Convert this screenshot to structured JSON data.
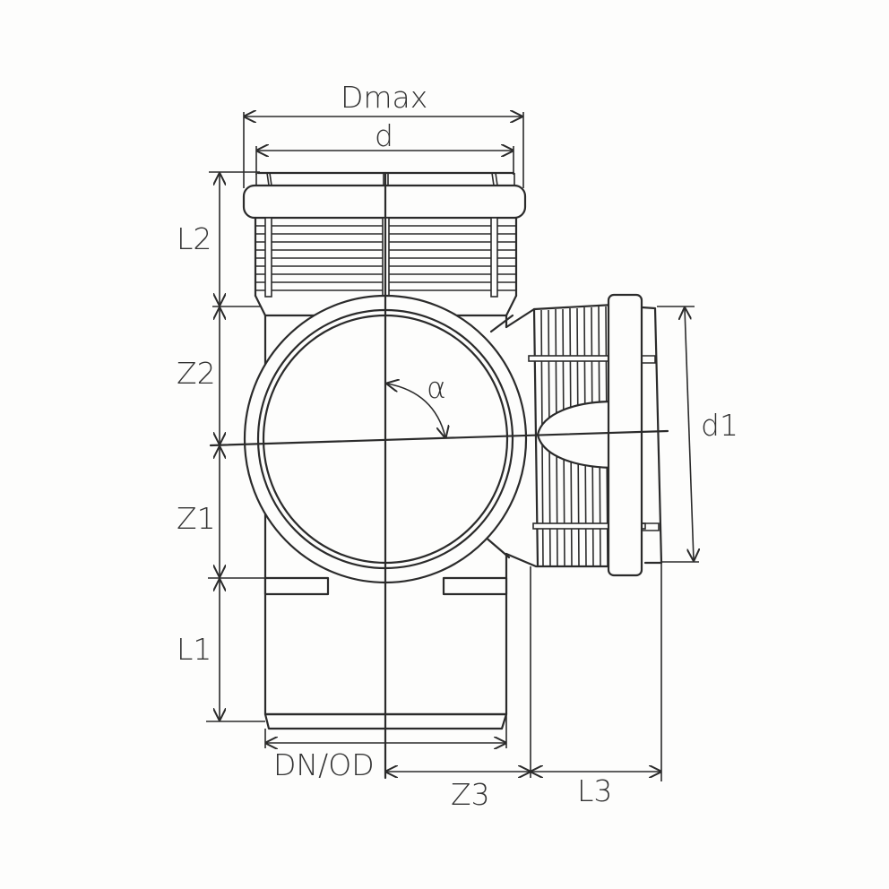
{
  "diagram": {
    "type": "technical-drawing",
    "subject": "pipe tee fitting with socket/seal ends, dimensioned",
    "stroke_color": "#2b2b2b",
    "background": "#fdfdfc"
  },
  "labels": {
    "dmax": "Dmax",
    "d": "d",
    "l2": "L2",
    "z2": "Z2",
    "alpha": "α",
    "d1": "d1",
    "z1": "Z1",
    "l1": "L1",
    "dn_od": "DN/OD",
    "z3": "Z3",
    "l3": "L3"
  }
}
